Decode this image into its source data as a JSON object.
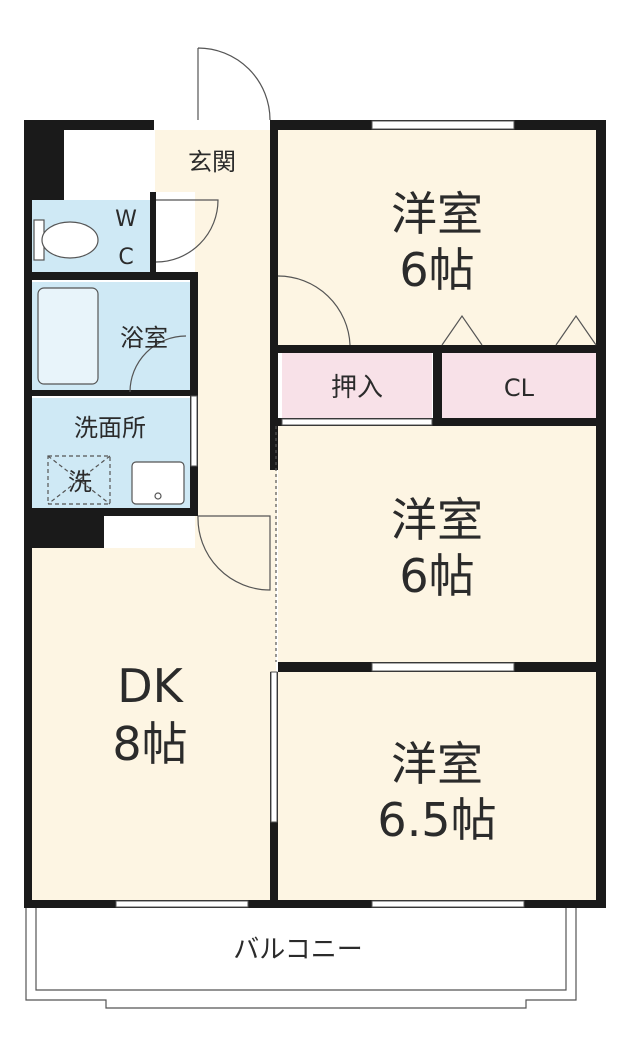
{
  "rooms": {
    "genkan": {
      "label": "玄関"
    },
    "wc": {
      "line1": "W",
      "line2": "C"
    },
    "bath": {
      "label": "浴室"
    },
    "washroom": {
      "label": "洗面所",
      "washer": "洗"
    },
    "oshiire": {
      "label": "押入"
    },
    "closet": {
      "label": "CL"
    },
    "western1": {
      "name": "洋室",
      "size": "6帖"
    },
    "western2": {
      "name": "洋室",
      "size": "6帖"
    },
    "western3": {
      "name": "洋室",
      "size": "6.5帖"
    },
    "dk": {
      "name": "DK",
      "size": "8帖"
    },
    "balcony": {
      "label": "バルコニー"
    }
  },
  "colors": {
    "wall": "#1a1a1a",
    "room_fill": "#fdf5e3",
    "wet_fill": "#cfe9f5",
    "storage_fill": "#f8e1e8",
    "line": "#555555"
  }
}
